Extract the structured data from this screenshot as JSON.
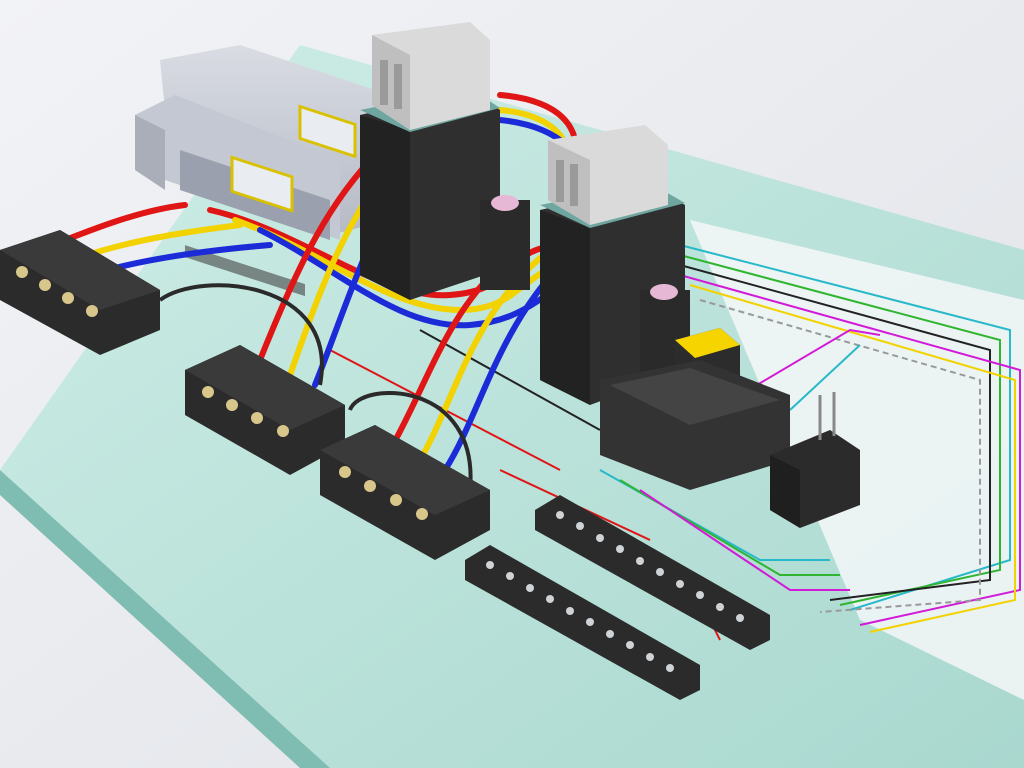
{
  "scene": {
    "title": "",
    "colors": {
      "background": "#e9ebef",
      "mounting_plate": "#bfe3dc",
      "plate_right_area": "#f4f7f8",
      "terminal_block": "#2b2b2b",
      "contactor_body": "#2f2f2f",
      "contactor_aux": "#dadada",
      "contactor_band": "#6fa7a0",
      "meter_housing": "#c9cdd6",
      "wire_red": "#e01515",
      "wire_yellow": "#f2d200",
      "wire_blue": "#1c2bd8",
      "wire_black": "#222222",
      "wire_magenta": "#d21ad8",
      "wire_green": "#2fb52f",
      "wire_cyan": "#27b9c9",
      "pilot_lamp_pink": "#e7b7d6",
      "relay_yellow": "#f5d400"
    },
    "components": [
      {
        "name": "power-meter",
        "icon": "meter-icon"
      },
      {
        "name": "contactor-1",
        "icon": "contactor-icon"
      },
      {
        "name": "contactor-2",
        "icon": "contactor-icon"
      },
      {
        "name": "terminal-block-1",
        "icon": "terminal-block-icon"
      },
      {
        "name": "terminal-block-2",
        "icon": "terminal-block-icon"
      },
      {
        "name": "terminal-block-3",
        "icon": "terminal-block-icon"
      },
      {
        "name": "terminal-strip-1",
        "icon": "terminal-strip-icon"
      },
      {
        "name": "terminal-strip-2",
        "icon": "terminal-strip-icon"
      },
      {
        "name": "relay",
        "icon": "relay-icon"
      },
      {
        "name": "power-adapter",
        "icon": "power-adapter-icon"
      }
    ]
  }
}
